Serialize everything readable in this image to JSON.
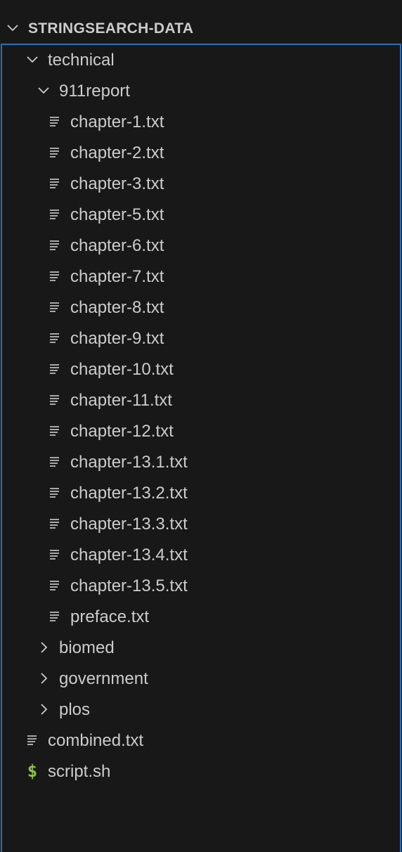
{
  "explorer": {
    "section_title": "STRINGSEARCH-DATA",
    "colors": {
      "background": "#181818",
      "text": "#cccccc",
      "focus_border": "#2f6fb4",
      "shell_icon": "#8dc149"
    },
    "tree": [
      {
        "label": "technical",
        "kind": "folder",
        "expanded": true,
        "depth": 1,
        "icon": "chevron-down-icon"
      },
      {
        "label": "911report",
        "kind": "folder",
        "expanded": true,
        "depth": 2,
        "icon": "chevron-down-icon"
      },
      {
        "label": "chapter-1.txt",
        "kind": "file",
        "depth": 3,
        "icon": "text-file-icon"
      },
      {
        "label": "chapter-2.txt",
        "kind": "file",
        "depth": 3,
        "icon": "text-file-icon"
      },
      {
        "label": "chapter-3.txt",
        "kind": "file",
        "depth": 3,
        "icon": "text-file-icon"
      },
      {
        "label": "chapter-5.txt",
        "kind": "file",
        "depth": 3,
        "icon": "text-file-icon"
      },
      {
        "label": "chapter-6.txt",
        "kind": "file",
        "depth": 3,
        "icon": "text-file-icon"
      },
      {
        "label": "chapter-7.txt",
        "kind": "file",
        "depth": 3,
        "icon": "text-file-icon"
      },
      {
        "label": "chapter-8.txt",
        "kind": "file",
        "depth": 3,
        "icon": "text-file-icon"
      },
      {
        "label": "chapter-9.txt",
        "kind": "file",
        "depth": 3,
        "icon": "text-file-icon"
      },
      {
        "label": "chapter-10.txt",
        "kind": "file",
        "depth": 3,
        "icon": "text-file-icon"
      },
      {
        "label": "chapter-11.txt",
        "kind": "file",
        "depth": 3,
        "icon": "text-file-icon"
      },
      {
        "label": "chapter-12.txt",
        "kind": "file",
        "depth": 3,
        "icon": "text-file-icon"
      },
      {
        "label": "chapter-13.1.txt",
        "kind": "file",
        "depth": 3,
        "icon": "text-file-icon"
      },
      {
        "label": "chapter-13.2.txt",
        "kind": "file",
        "depth": 3,
        "icon": "text-file-icon"
      },
      {
        "label": "chapter-13.3.txt",
        "kind": "file",
        "depth": 3,
        "icon": "text-file-icon"
      },
      {
        "label": "chapter-13.4.txt",
        "kind": "file",
        "depth": 3,
        "icon": "text-file-icon"
      },
      {
        "label": "chapter-13.5.txt",
        "kind": "file",
        "depth": 3,
        "icon": "text-file-icon"
      },
      {
        "label": "preface.txt",
        "kind": "file",
        "depth": 3,
        "icon": "text-file-icon"
      },
      {
        "label": "biomed",
        "kind": "folder",
        "expanded": false,
        "depth": 2,
        "icon": "chevron-right-icon"
      },
      {
        "label": "government",
        "kind": "folder",
        "expanded": false,
        "depth": 2,
        "icon": "chevron-right-icon"
      },
      {
        "label": "plos",
        "kind": "folder",
        "expanded": false,
        "depth": 2,
        "icon": "chevron-right-icon"
      },
      {
        "label": "combined.txt",
        "kind": "file",
        "depth": 1,
        "icon": "text-file-icon"
      },
      {
        "label": "script.sh",
        "kind": "file",
        "depth": 1,
        "icon": "shell-script-icon"
      }
    ]
  }
}
